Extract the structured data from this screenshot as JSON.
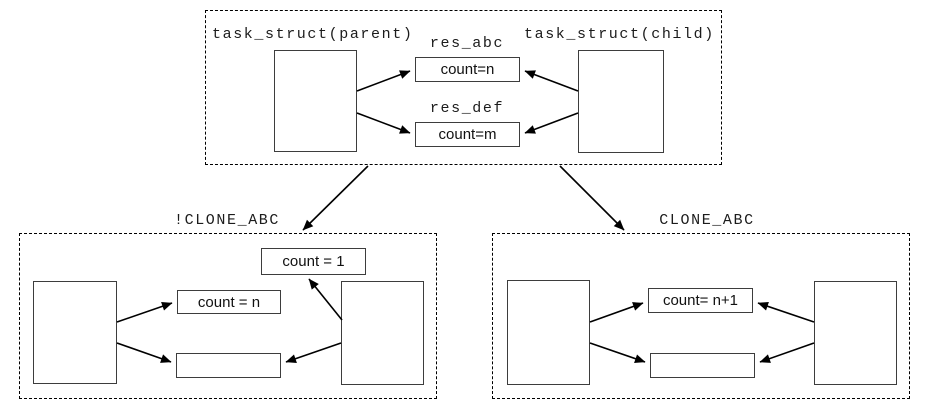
{
  "diagram": {
    "top_box": {
      "parent_label": "task_struct(parent)",
      "child_label": "task_struct(child)",
      "resources": [
        {
          "name": "res_abc",
          "count": "count=n"
        },
        {
          "name": "res_def",
          "count": "count=m"
        }
      ]
    },
    "branches": [
      {
        "title": "!CLONE_ABC",
        "copied_resource_count": "count = 1",
        "parent_resource_count": "count = n"
      },
      {
        "title": "CLONE_ABC",
        "shared_resource_count": "count= n+1"
      }
    ],
    "colors": {
      "line": "#000000",
      "box_border": "#3d3d3d",
      "background": "#ffffff"
    }
  }
}
